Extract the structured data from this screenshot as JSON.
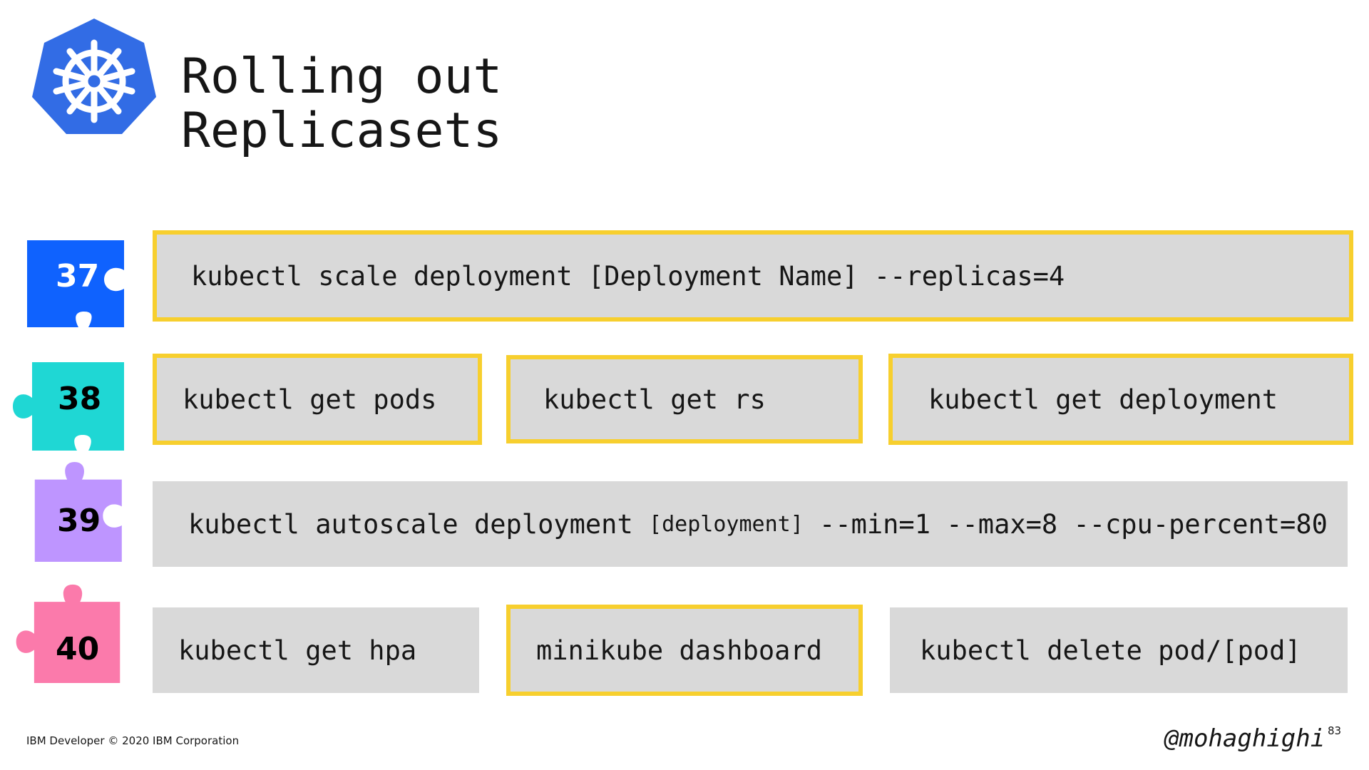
{
  "header": {
    "title": "Rolling out\nReplicasets",
    "logo_icon": "kubernetes-helm-wheel-icon",
    "logo_color": "#326ce5"
  },
  "steps": [
    {
      "number": "37",
      "color": "#0f62fe",
      "number_color": "#ffffff",
      "commands": [
        {
          "text": "kubectl scale deployment [Deployment Name] --replicas=4",
          "highlighted": true
        }
      ]
    },
    {
      "number": "38",
      "color": "#1fd7d4",
      "number_color": "#000000",
      "commands": [
        {
          "text": "kubectl get pods",
          "highlighted": true
        },
        {
          "text": "kubectl get rs",
          "highlighted": true
        },
        {
          "text": "kubectl get deployment",
          "highlighted": true
        }
      ]
    },
    {
      "number": "39",
      "color": "#be95ff",
      "number_color": "#000000",
      "commands": [
        {
          "text_before": "kubectl autoscale deployment ",
          "text_small": "[deployment]",
          "text_after": " --min=1 --max=8 --cpu-percent=80",
          "highlighted": false
        }
      ]
    },
    {
      "number": "40",
      "color": "#fb7aab",
      "number_color": "#000000",
      "commands": [
        {
          "text": "kubectl get hpa",
          "highlighted": false
        },
        {
          "text": "minikube dashboard",
          "highlighted": true
        },
        {
          "text": "kubectl delete pod/[pod]",
          "highlighted": false
        }
      ]
    }
  ],
  "colors": {
    "highlight_border": "#f7cf2e",
    "command_background": "#d9d9d9"
  },
  "footer": {
    "copyright": "IBM Developer © 2020 IBM Corporation",
    "handle": "@mohaghighi",
    "page_number": "83"
  }
}
